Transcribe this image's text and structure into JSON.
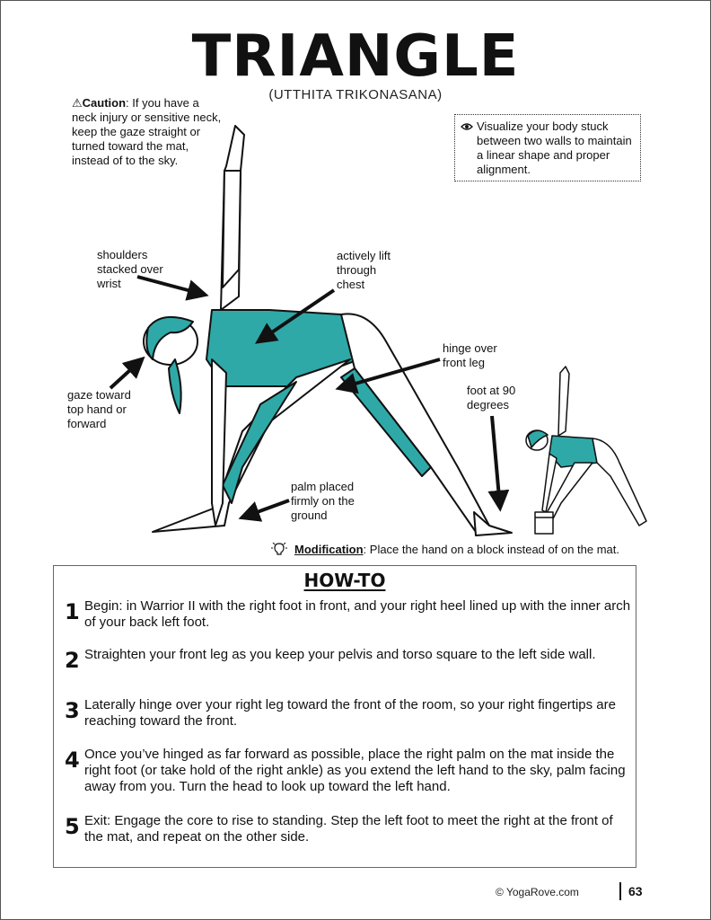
{
  "page": {
    "title": "TRIANGLE",
    "subtitle": "(UTTHITA TRIKONASANA)"
  },
  "caution": {
    "icon": "warning-triangle-icon",
    "label": "Caution",
    "text": ": If you have a neck injury or sensitive neck, keep the gaze straight or turned toward the mat, instead of to the sky."
  },
  "visualize": {
    "icon": "eye-icon",
    "text": "Visualize your body stuck between two walls to maintain a linear shape and proper alignment."
  },
  "annotations": {
    "shoulders": "shoulders stacked over wrist",
    "chest": "actively lift through chest",
    "hinge": "hinge over front leg",
    "foot": "foot at 90 degrees",
    "gaze": "gaze toward top hand or forward",
    "palm": "palm placed firmly on the ground"
  },
  "modification": {
    "icon": "lightbulb-icon",
    "label": "Modification",
    "text": ": Place the hand on a block instead of on the mat."
  },
  "howto": {
    "title": "HOW-TO",
    "steps": [
      {
        "num": "1",
        "text": "Begin: in Warrior II with the right foot in front, and your right heel lined up with the inner arch of your back left foot."
      },
      {
        "num": "2",
        "text": "Straighten your front leg as you keep your pelvis and torso square to the left side wall."
      },
      {
        "num": "3",
        "text": "Laterally hinge over your right leg toward the front of the room, so your right fingertips are reaching toward the front."
      },
      {
        "num": "4",
        "text": "Once you’ve hinged as far forward as possible, place the right palm on the mat inside the right foot (or take hold of the right ankle) as you extend the left hand to the sky, palm facing away from you. Turn the head to look up toward the left hand."
      },
      {
        "num": "5",
        "text": "Exit: Engage the core to rise to standing. Step the left foot to meet the right at the front of the mat, and repeat on the other side."
      }
    ]
  },
  "footer": {
    "copyright": "© YogaRove.com",
    "page_number": "63"
  },
  "colors": {
    "accent": "#2fa9a7",
    "ink": "#111111"
  }
}
